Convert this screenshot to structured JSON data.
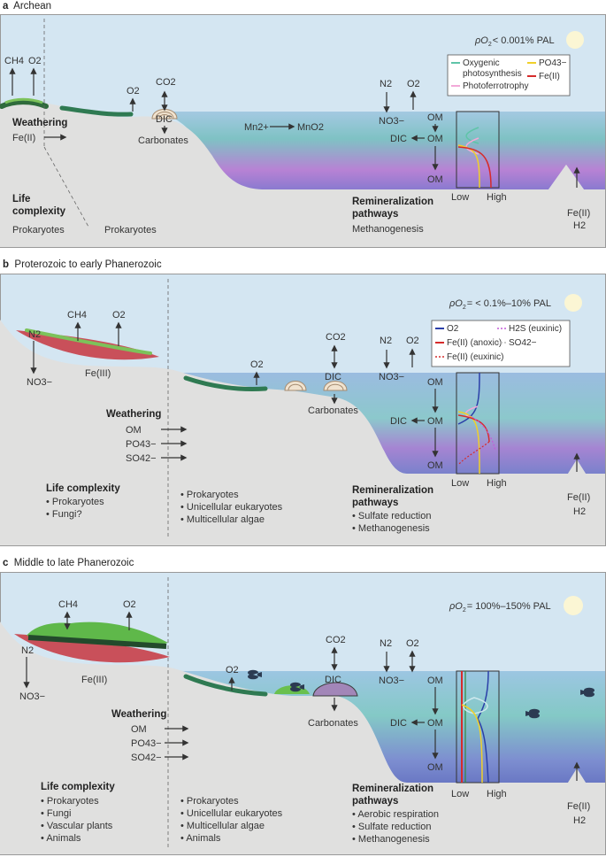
{
  "panels": {
    "a": {
      "letter": "a",
      "title": "Archean",
      "po2_prefix": "ρO",
      "po2_sub": "2",
      "po2_value": "< 0.001% PAL",
      "atm_left": [
        "CH4",
        "O2"
      ],
      "weathering": "Weathering",
      "weathering_input": "Fe(II)",
      "shelf_o2": "O2",
      "dic_co2": "CO2",
      "dic": "DIC",
      "carbonates": "Carbonates",
      "mn_left": "Mn2+",
      "mn_right": "MnO2",
      "n2": "N2",
      "o2": "O2",
      "no3": "NO3−",
      "om1": "OM",
      "dic_om": "DIC",
      "om2": "OM",
      "om3": "OM",
      "low": "Low",
      "high": "High",
      "fe_vent": "Fe(II)",
      "h2": "H2",
      "life_title1": "Life",
      "life_title2": "complexity",
      "life_left": [
        "Prokaryotes"
      ],
      "life_right": [
        "Prokaryotes"
      ],
      "remin_title1": "Remineralization",
      "remin_title2": "pathways",
      "remin_items": [
        "Methanogenesis"
      ],
      "legend": [
        {
          "label": "Oxygenic",
          "label2": "photosynthesis",
          "color": "#5fc4a8",
          "style": "solid"
        },
        {
          "label": "PO43−",
          "color": "#f0d02a",
          "style": "solid"
        },
        {
          "label": "Photoferrotrophy",
          "color": "#f2a9d8",
          "style": "solid"
        },
        {
          "label": "Fe(II)",
          "color": "#d62b2b",
          "style": "solid"
        }
      ]
    },
    "b": {
      "letter": "b",
      "title": "Proterozoic to early Phanerozoic",
      "po2_prefix": "ρO",
      "po2_sub": "2",
      "po2_value": "= < 0.1%–10% PAL",
      "n2": "N2",
      "no3": "NO3−",
      "ch4": "CH4",
      "o2": "O2",
      "fe3": "Fe(III)",
      "shelf_o2": "O2",
      "dic_co2": "CO2",
      "dic": "DIC",
      "carbonates": "Carbonates",
      "weathering": "Weathering",
      "weathering_inputs": [
        "OM",
        "PO43−",
        "SO42−"
      ],
      "n2_r": "N2",
      "o2_r": "O2",
      "no3_r": "NO3−",
      "om1": "OM",
      "dic_om": "DIC",
      "om2": "OM",
      "om3": "OM",
      "low": "Low",
      "high": "High",
      "fe_vent": "Fe(II)",
      "h2": "H2",
      "life_title": "Life complexity",
      "life_left": [
        "Prokaryotes",
        "Fungi?"
      ],
      "life_right": [
        "Prokaryotes",
        "Unicellular eukaryotes",
        "Multicellular algae"
      ],
      "remin_title1": "Remineralization",
      "remin_title2": "pathways",
      "remin_items": [
        "Sulfate reduction",
        "Methanogenesis"
      ],
      "legend": [
        {
          "label": "O2",
          "color": "#2b3fa8",
          "style": "solid"
        },
        {
          "label": "H2S (euxinic)",
          "color": "#c45ad8",
          "style": "dotted"
        },
        {
          "label": "Fe(II) (anoxic)",
          "color": "#d62b2b",
          "style": "solid"
        },
        {
          "label": "SO42−",
          "color": "#bbbbbb",
          "style": "dotted"
        },
        {
          "label": "Fe(II) (euxinic)",
          "color": "#d62b2b",
          "style": "dotted"
        }
      ]
    },
    "c": {
      "letter": "c",
      "title": "Middle to late Phanerozoic",
      "po2_prefix": "ρO",
      "po2_sub": "2",
      "po2_value": "= 100%–150% PAL",
      "n2": "N2",
      "no3": "NO3−",
      "ch4": "CH4",
      "o2": "O2",
      "fe3": "Fe(III)",
      "shelf_o2": "O2",
      "dic_co2": "CO2",
      "dic": "DIC",
      "carbonates": "Carbonates",
      "weathering": "Weathering",
      "weathering_inputs": [
        "OM",
        "PO43−",
        "SO42−"
      ],
      "n2_r": "N2",
      "o2_r": "O2",
      "no3_r": "NO3−",
      "om1": "OM",
      "dic_om": "DIC",
      "om2": "OM",
      "om3": "OM",
      "low": "Low",
      "high": "High",
      "fe_vent": "Fe(II)",
      "h2": "H2",
      "life_title": "Life complexity",
      "life_left": [
        "Prokaryotes",
        "Fungi",
        "Vascular plants",
        "Animals"
      ],
      "life_right": [
        "Prokaryotes",
        "Unicellular eukaryotes",
        "Multicellular algae",
        "Animals"
      ],
      "remin_title1": "Remineralization",
      "remin_title2": "pathways",
      "remin_items": [
        "Aerobic respiration",
        "Sulfate reduction",
        "Methanogenesis"
      ]
    }
  },
  "colors": {
    "sky": "#d4e6f2",
    "land": "#e0e0df",
    "sun": "#fbf6d4",
    "ocean_top": "#9ac8e0",
    "ocean_mid_a": "#7ec6c2",
    "ocean_deep_a": "#c07ad6",
    "ocean_deep_c": "#6d7fc0",
    "mat": "#2f7a52",
    "soil": "#c9505a",
    "plants": "#5fb84a"
  }
}
